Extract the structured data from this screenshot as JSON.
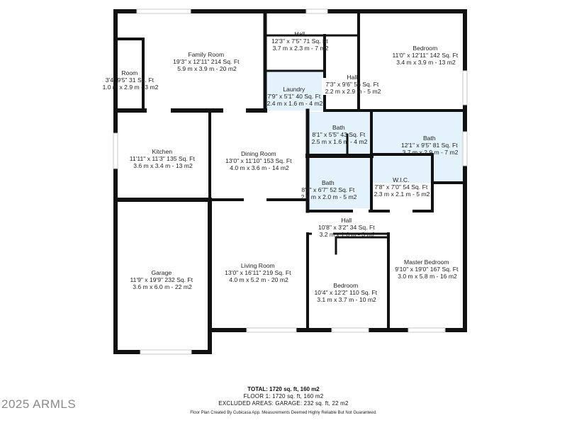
{
  "rooms": [
    {
      "key": "family",
      "name": "Family Room",
      "dims": "19'3\" x 12'11\" 214 Sq. Ft",
      "metric": "5.9 m x 3.9 m - 20 m2"
    },
    {
      "key": "room",
      "name": "Room",
      "dims": "3'4\" 9'5\" 31 Sq. Ft",
      "metric": "1.0 m x 2.9 m - 3 m2"
    },
    {
      "key": "hall_top",
      "name": "Hall",
      "dims": "12'3\" x 7'5\" 71 Sq. Ft",
      "metric": "3.7 m x 2.3 m - 7 m2"
    },
    {
      "key": "hall_mid",
      "name": "Hall",
      "dims": "7'3\" x 9'6\" 56 Sq. Ft",
      "metric": "2.2 m x 2.9 m - 5 m2"
    },
    {
      "key": "bedroom_ne",
      "name": "Bedroom",
      "dims": "11'0\" x 12'11\" 142 Sq. Ft",
      "metric": "3.4 m x 3.9 m - 13 m2"
    },
    {
      "key": "laundry",
      "name": "Laundry",
      "dims": "7'9\" x 5'1\" 40 Sq. Ft",
      "metric": "2.4 m x 1.6 m - 4 m2"
    },
    {
      "key": "bath_a",
      "name": "Bath",
      "dims": "8'1\" x 5'5\" 43 Sq. Ft",
      "metric": "2.5 m x 1.6 m - 4 m2"
    },
    {
      "key": "bath_b",
      "name": "Bath",
      "dims": "12'1\" x 9'5\" 81 Sq. Ft",
      "metric": "3.7 m x 2.9 m - 7 m2"
    },
    {
      "key": "kitchen",
      "name": "Kitchen",
      "dims": "11'11\" x 11'3\" 135 Sq. Ft",
      "metric": "3.6 m x 3.4 m - 13 m2"
    },
    {
      "key": "dining",
      "name": "Dining Room",
      "dims": "13'0\" x 11'10\" 153 Sq. Ft",
      "metric": "4.0 m x 3.6 m - 14 m2"
    },
    {
      "key": "bath_c",
      "name": "Bath",
      "dims": "8'1\" x 6'7\" 52 Sq. Ft",
      "metric": "2.5 m x 2.0 m - 5 m2"
    },
    {
      "key": "wic",
      "name": "W.I.C.",
      "dims": "7'8\" x 7'0\" 54 Sq. Ft",
      "metric": "2.3 m x 2.1 m - 5 m2"
    },
    {
      "key": "hall_low",
      "name": "Hall",
      "dims": "10'8\" x 3'2\" 34 Sq. Ft",
      "metric": "3.2 m x 1.0 m - 3 m2"
    },
    {
      "key": "garage",
      "name": "Garage",
      "dims": "11'9\" x 19'9\" 232 Sq. Ft",
      "metric": "3.6 m x 6.0 m - 22 m2"
    },
    {
      "key": "living",
      "name": "Living Room",
      "dims": "13'0\" x 16'11\" 219 Sq. Ft",
      "metric": "4.0 m x 5.2 m - 20 m2"
    },
    {
      "key": "bedroom_s",
      "name": "Bedroom",
      "dims": "10'4\" x 12'2\" 110 Sq. Ft",
      "metric": "3.1 m x 3.7 m - 10 m2"
    },
    {
      "key": "master",
      "name": "Master Bedroom",
      "dims": "9'10\" x 19'0\" 167 Sq. Ft",
      "metric": "3.0 m x 5.8 m - 16 m2"
    }
  ],
  "summary": {
    "total": "TOTAL: 1720 sq. ft, 160 m2",
    "floor": "FLOOR 1: 1720 sq. ft, 160 m2",
    "excluded": "EXCLUDED AREAS: GARAGE: 232 sq. ft, 22 m2"
  },
  "disclaimer": "Floor Plan Created By Cubicasa App. Measurements Deemed Highly Reliable But Not Guaranteed.",
  "watermark": "2025 ARMLS",
  "colors": {
    "wall": "#111111",
    "wet_room_fill": "#e4f3fb",
    "window": "#c9c9c9",
    "background": "#ffffff"
  }
}
